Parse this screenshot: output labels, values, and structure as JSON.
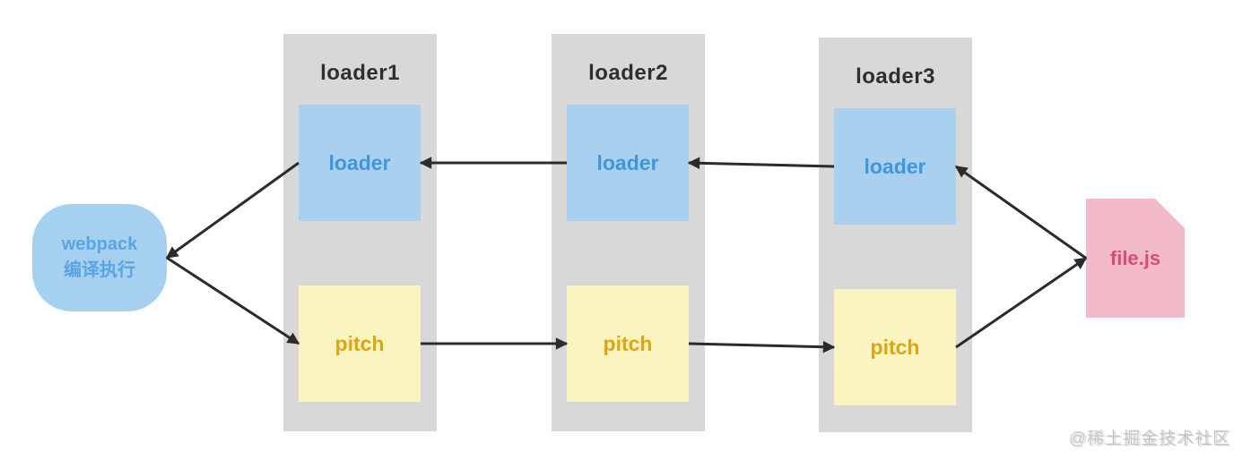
{
  "nodes": {
    "webpack": {
      "line1": "webpack",
      "line2": "编译执行"
    },
    "file": {
      "label": "file.js"
    }
  },
  "columns": [
    {
      "id": "loader1",
      "title": "loader1",
      "loader_label": "loader",
      "pitch_label": "pitch"
    },
    {
      "id": "loader2",
      "title": "loader2",
      "loader_label": "loader",
      "pitch_label": "pitch"
    },
    {
      "id": "loader3",
      "title": "loader3",
      "loader_label": "loader",
      "pitch_label": "pitch"
    }
  ],
  "connections": [
    {
      "from": "loader1-loader",
      "fromSide": "left",
      "to": "webpack",
      "toSide": "right"
    },
    {
      "from": "webpack",
      "fromSide": "right",
      "to": "loader1-pitch",
      "toSide": "left"
    },
    {
      "from": "loader2-loader",
      "fromSide": "left",
      "to": "loader1-loader",
      "toSide": "right"
    },
    {
      "from": "loader3-loader",
      "fromSide": "left",
      "to": "loader2-loader",
      "toSide": "right"
    },
    {
      "from": "file",
      "fromSide": "left",
      "to": "loader3-loader",
      "toSide": "right"
    },
    {
      "from": "loader1-pitch",
      "fromSide": "right",
      "to": "loader2-pitch",
      "toSide": "left"
    },
    {
      "from": "loader2-pitch",
      "fromSide": "right",
      "to": "loader3-pitch",
      "toSide": "left"
    },
    {
      "from": "loader3-pitch",
      "fromSide": "right",
      "to": "file",
      "toSide": "left"
    }
  ],
  "colors": {
    "background": "#ffffff",
    "column_bg": "#d8d8d8",
    "loader_box_bg": "#a9d0ee",
    "loader_text": "#3f96dc",
    "pitch_box_bg": "#f9f4c0",
    "pitch_text": "#dda413",
    "webpack_bg": "#a6d0f0",
    "webpack_text": "#5aa4e2",
    "file_bg": "#f2bac8",
    "file_text": "#d64f72",
    "header_text": "#2f2f2f",
    "arrow": "#2b2b2b",
    "watermark": "#bdbdbd"
  },
  "watermark": {
    "text": "@稀土掘金技术社区"
  }
}
